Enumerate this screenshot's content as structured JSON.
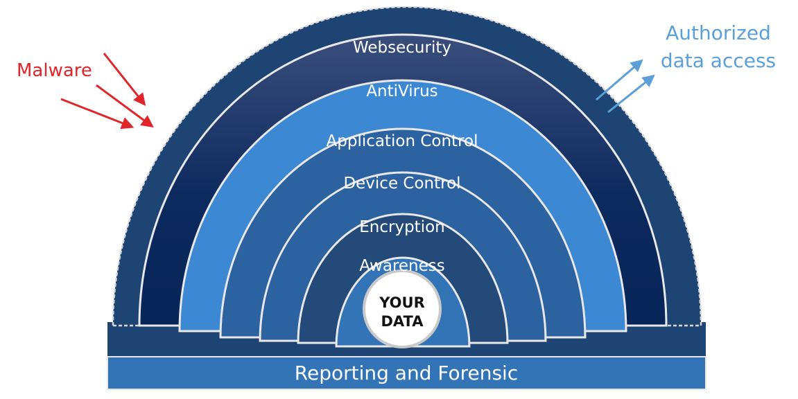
{
  "layers": {
    "websecurity": "Websecurity",
    "antivirus": "AntiVirus",
    "application_control": "Application Control",
    "device_control": "Device Control",
    "encryption": "Encryption",
    "awareness": "Awareness"
  },
  "core": {
    "line1": "YOUR",
    "line2": "DATA"
  },
  "base": {
    "label": "Reporting and Forensic"
  },
  "threat": {
    "label": "Malware",
    "color": "#e0262b"
  },
  "access": {
    "line1": "Authorized",
    "line2": "data access",
    "color": "#5a9fd8"
  },
  "colors": {
    "outer_band": "#1e4474",
    "dark_blue": "#0a2a5e",
    "bright_blue": "#3d88d2",
    "mid_blue": "#2d62a0",
    "deep_blue": "#234a78",
    "base_bar": "#3274b6",
    "outline": "#d8d8d8"
  }
}
